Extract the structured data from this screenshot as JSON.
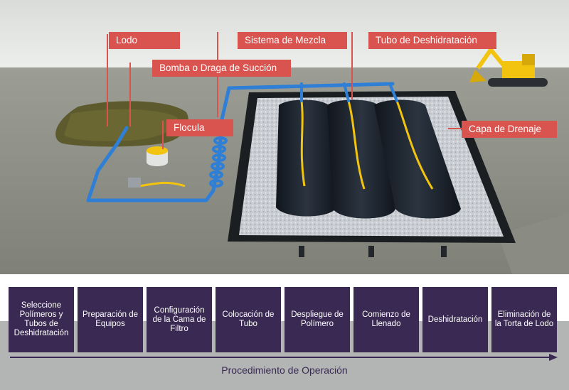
{
  "callouts": {
    "lodo": "Lodo",
    "bomba": "Bomba o Draga de Succión",
    "mezcla": "Sistema de Mezcla",
    "tubo": "Tubo de Deshidratación",
    "flocula": "Flocula",
    "drenaje": "Capa de Drenaje"
  },
  "steps": [
    "Seleccione Polímeros y Tubos de Deshidratación",
    "Preparación de Equipos",
    "Configuración de la Cama de Filtro",
    "Colocación de Tubo",
    "Despliegue de Polímero",
    "Comienzo de Llenado",
    "Deshidratación",
    "Eliminación de la Torta de Lodo"
  ],
  "procedure_label": "Procedimiento de Operación",
  "colors": {
    "callout": "#d9534f",
    "step_box": "#3a2a53",
    "pipe": "#2f7fd6",
    "hose": "#f2c40f",
    "tube": "#1e2530",
    "ground": "#8e9086",
    "excavator": "#f2c40f"
  }
}
